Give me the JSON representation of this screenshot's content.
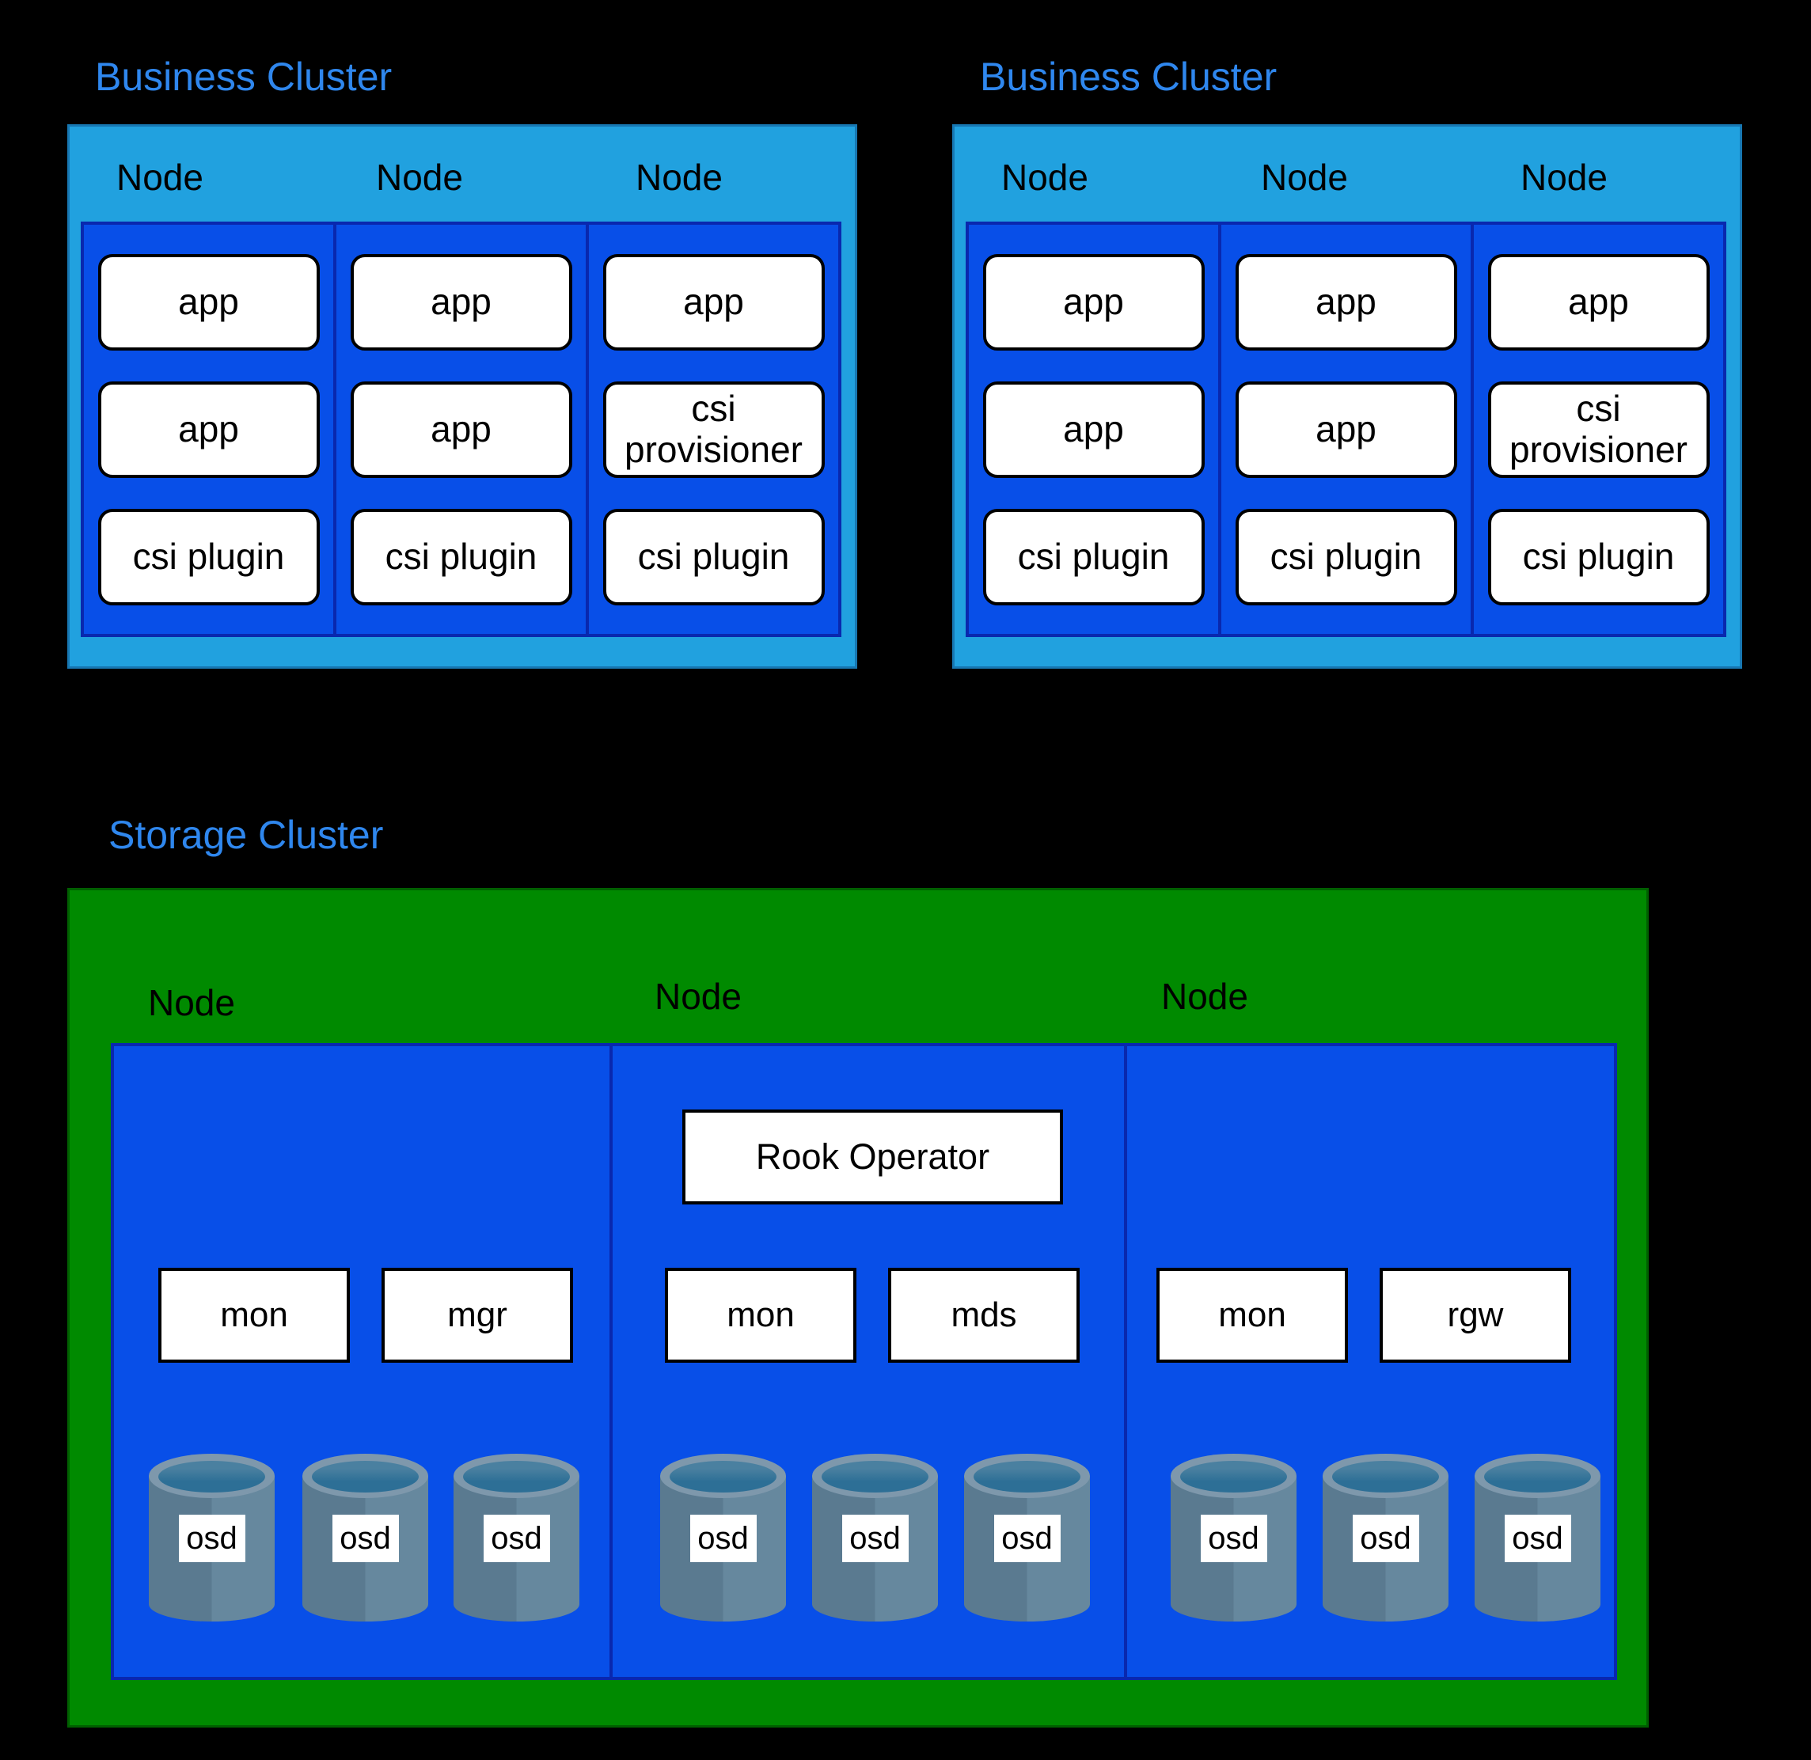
{
  "business_clusters": [
    {
      "title": "Business Cluster",
      "nodes": [
        {
          "label": "Node",
          "pods": [
            "app",
            "app",
            "csi plugin"
          ]
        },
        {
          "label": "Node",
          "pods": [
            "app",
            "app",
            "csi plugin"
          ]
        },
        {
          "label": "Node",
          "pods": [
            "app",
            "csi provisioner",
            "csi plugin"
          ]
        }
      ]
    },
    {
      "title": "Business Cluster",
      "nodes": [
        {
          "label": "Node",
          "pods": [
            "app",
            "app",
            "csi plugin"
          ]
        },
        {
          "label": "Node",
          "pods": [
            "app",
            "app",
            "csi plugin"
          ]
        },
        {
          "label": "Node",
          "pods": [
            "app",
            "csi provisioner",
            "csi plugin"
          ]
        }
      ]
    }
  ],
  "storage_cluster": {
    "title": "Storage Cluster",
    "nodes": [
      {
        "label": "Node",
        "services": [
          "mon",
          "mgr"
        ],
        "osds": [
          "osd",
          "osd",
          "osd"
        ]
      },
      {
        "label": "Node",
        "operator": "Rook Operator",
        "services": [
          "mon",
          "mds"
        ],
        "osds": [
          "osd",
          "osd",
          "osd"
        ]
      },
      {
        "label": "Node",
        "services": [
          "mon",
          "rgw"
        ],
        "osds": [
          "osd",
          "osd",
          "osd"
        ]
      }
    ]
  },
  "colors": {
    "background": "#000000",
    "title_text": "#2F87EE",
    "business_cluster_fill": "#21A1DF",
    "business_cluster_border": "#1777B2",
    "node_area_fill": "#084FE8",
    "node_area_border": "#0928AE",
    "storage_cluster_fill": "#008A00",
    "storage_cluster_border": "#005F00",
    "box_fill": "#FFFFFF",
    "box_border": "#000000",
    "osd_rim": "#7E98AC",
    "osd_opening": "#2D6F96",
    "osd_body_left": "#5A7A90",
    "osd_body_right": "#66889E",
    "connector": "#000000"
  }
}
